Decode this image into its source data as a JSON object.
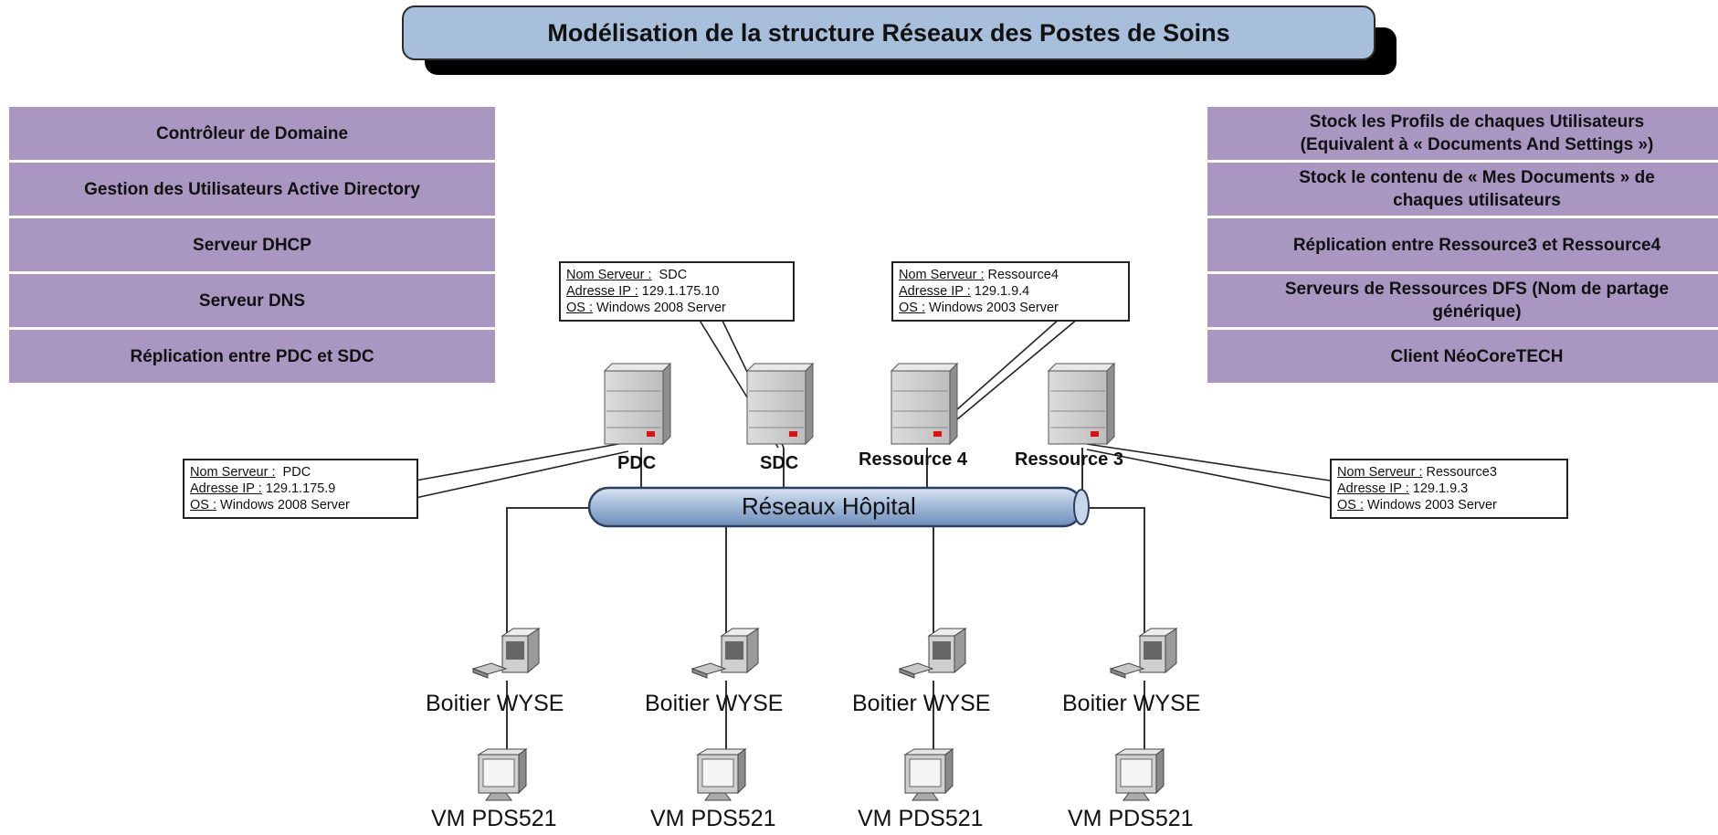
{
  "title": "Modélisation de la structure Réseaux des Postes de Soins",
  "left_panel": [
    "Contrôleur de Domaine",
    "Gestion des Utilisateurs Active Directory",
    "Serveur DHCP",
    "Serveur DNS",
    "Réplication entre PDC et SDC"
  ],
  "right_panel": [
    "Stock les Profils de chaques Utilisateurs\n(Equivalent à « Documents And Settings »)",
    "Stock le  contenu de « Mes Documents » de\nchaques utilisateurs",
    "Réplication entre Ressource3 et Ressource4",
    "Serveurs de Ressources DFS (Nom de partage\ngénérique)",
    "Client NéoCoreTECH"
  ],
  "network": "Réseaux Hôpital",
  "servers": [
    "PDC",
    "SDC",
    "Ressource 4",
    "Ressource 3"
  ],
  "info_labels": {
    "name": "Nom Serveur :",
    "ip": "Adresse IP :",
    "os": "OS :"
  },
  "info_boxes": {
    "pdc": {
      "name": "PDC",
      "ip": "129.1.175.9",
      "os": "Windows 2008 Server"
    },
    "sdc": {
      "name": "SDC",
      "ip": "129.1.175.10",
      "os": "Windows 2008 Server"
    },
    "res4": {
      "name": "Ressource4",
      "ip": "129.1.9.4",
      "os": "Windows 2003 Server"
    },
    "res3": {
      "name": "Ressource3",
      "ip": "129.1.9.3",
      "os": "Windows 2003 Server"
    }
  },
  "client_box_label": "Boitier WYSE",
  "vm_label": "VM PDS521",
  "colors": {
    "panel": "#a996c1",
    "title": "#a7bfdb",
    "bus": "#9fb7d6",
    "led": "#e01010"
  }
}
